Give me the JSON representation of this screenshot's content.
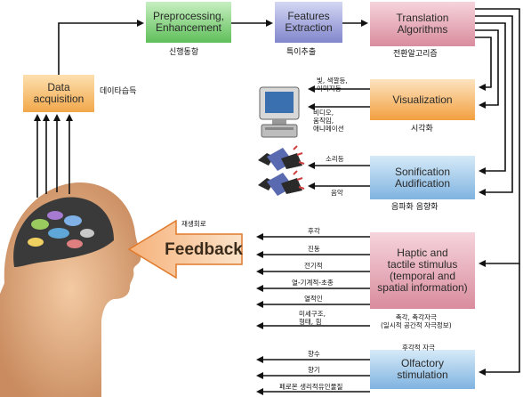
{
  "boxes": {
    "data_acquisition": "Data\nacquisition",
    "preprocessing": "Preprocessing,\nEnhancement",
    "features": "Features\nExtraction",
    "translation": "Translation\nAlgorithms",
    "visualization": "Visualization",
    "sonification": "Sonification\nAudification",
    "haptic": "Haptic and\ntactile stimulus\n(temporal and\nspatial information)",
    "olfactory": "Olfactory\nstimulation",
    "feedback": "Feedback"
  },
  "labels": {
    "data_acquisition_kr": "데이타습득",
    "preprocessing_kr": "신행동항",
    "features_kr": "특이추출",
    "translation_kr": "전환알고리즘",
    "light": "빛, 색깔등,\n이미지등",
    "video": "비디오,\n움직임,\n애니메이션",
    "visualization_kr": "시각화",
    "sound": "소리등",
    "music": "음악",
    "sonification_kr": "음파화 음향화",
    "feedback_circuit": "재생회로",
    "touch": "후각",
    "vibration": "진동",
    "electric": "전기적",
    "heat_mech": "열-기계적-초종",
    "thermal": "열적인",
    "microstructure": "미세구조,\n형태, 힘",
    "haptic_kr": "촉각, 촉각자극\n(일시적 공간적 자극정보)",
    "olfactory_kr": "후각적 자극",
    "perfume": "향수",
    "scent": "향기",
    "pheromone": "페로몬  생리적유인물질"
  },
  "colors": {
    "green_box": "#7fcf7a",
    "purple_box": "#9aa0d8",
    "rose_box": "#e9a9b6",
    "orange_box": "#f6bf72",
    "blue_box": "#9cc6ea",
    "feedback_arrow": "#f29a55",
    "arrow_line": "#111111"
  }
}
